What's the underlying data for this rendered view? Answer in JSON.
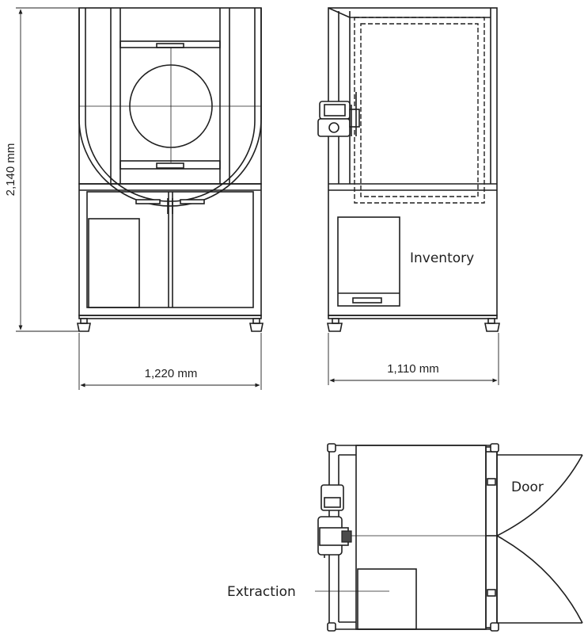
{
  "dimensions": {
    "height": "2,140 mm",
    "width_front": "1,220 mm",
    "width_side": "1,110 mm"
  },
  "labels": {
    "inventory": "Inventory",
    "door": "Door",
    "extraction": "Extraction"
  },
  "colors": {
    "line": "#1f1f1f",
    "background": "#ffffff"
  }
}
